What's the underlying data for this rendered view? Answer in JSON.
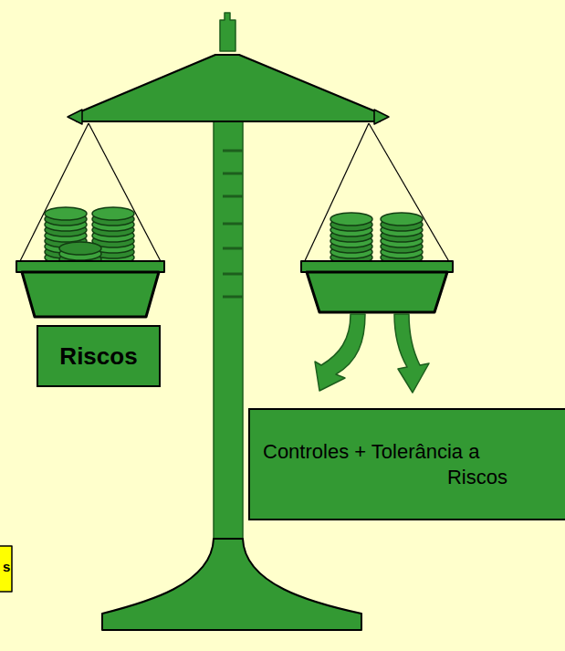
{
  "diagram": {
    "nodes": [
      {
        "text": [
          "Riscos"
        ]
      },
      {
        "text": [
          "Controles + Tolerância a Riscos"
        ]
      }
    ],
    "labels": [
      "s"
    ]
  }
}
